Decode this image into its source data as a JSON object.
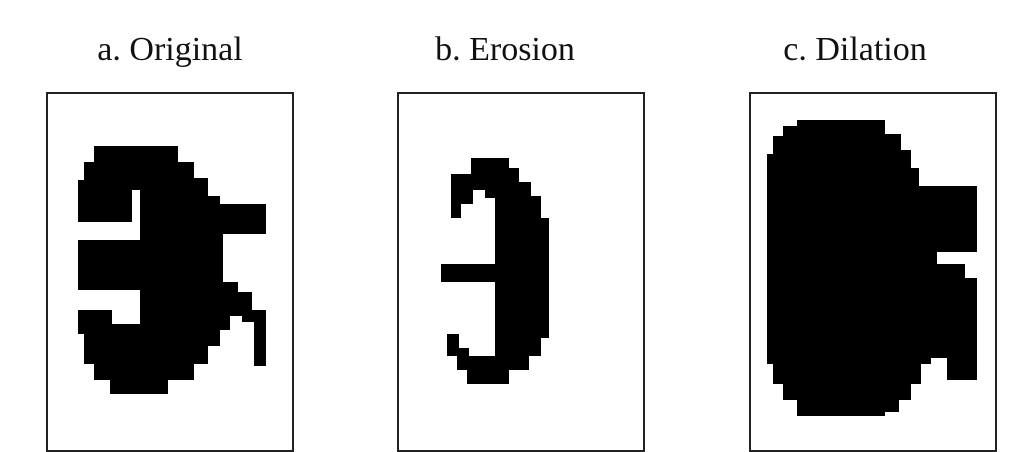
{
  "panels": [
    {
      "label": "a. Original"
    },
    {
      "label": "b. Erosion"
    },
    {
      "label": "c. Dilation"
    }
  ],
  "colors": {
    "foreground": "#000000",
    "background": "#ffffff",
    "frame": "#222222"
  }
}
